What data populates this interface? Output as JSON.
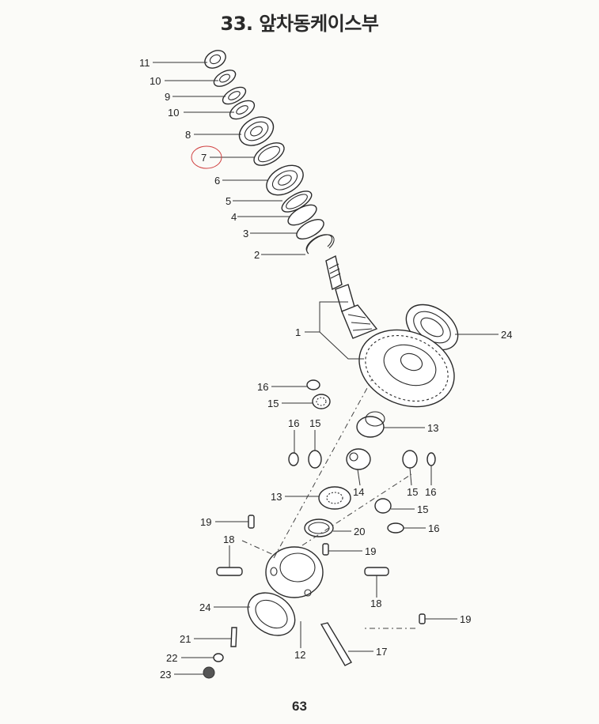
{
  "title": "33. 앞차동케이스부",
  "page_number": "63",
  "highlight_color": "#d04040",
  "callouts": {
    "c11": "11",
    "c10a": "10",
    "c9": "9",
    "c10b": "10",
    "c8": "8",
    "c7": "7",
    "c6": "6",
    "c5": "5",
    "c4": "4",
    "c3": "3",
    "c2": "2",
    "c1": "1",
    "c24a": "24",
    "c16a": "16",
    "c15a": "15",
    "c16b": "16",
    "c15b": "15",
    "c13a": "13",
    "c15c": "15",
    "c16c": "16",
    "c13b": "13",
    "c14": "14",
    "c15d": "15",
    "c16d": "16",
    "c19a": "19",
    "c20": "20",
    "c18a": "18",
    "c19b": "19",
    "c18b": "18",
    "c24b": "24",
    "c19c": "19",
    "c21": "21",
    "c12": "12",
    "c17": "17",
    "c22": "22",
    "c23": "23"
  }
}
